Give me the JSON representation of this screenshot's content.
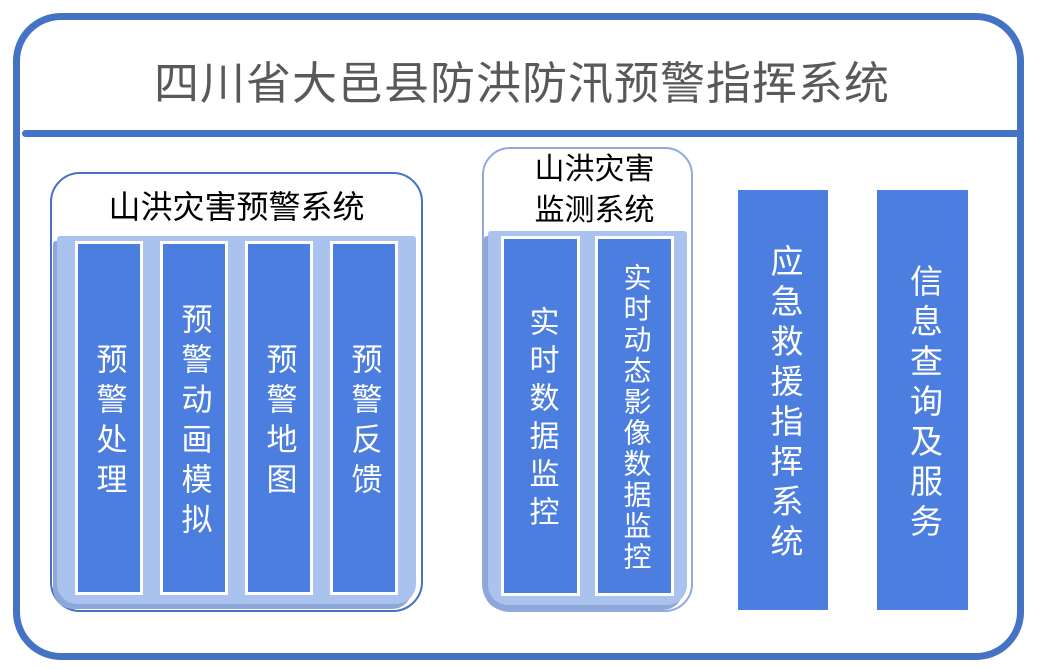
{
  "diagram": {
    "title": "四川省大邑县防洪防汛预警指挥系统",
    "groups": [
      {
        "title": "山洪灾害预警系统",
        "bars": [
          "预警处理",
          "预警动画模拟",
          "预警地图",
          "预警反馈"
        ]
      },
      {
        "title": "山洪灾害\n监测系统",
        "bars": [
          "实时数据监控",
          "实时动态影像数据监控"
        ]
      }
    ],
    "standalone_systems": [
      "应急救援指挥系统",
      "信息查询及服务"
    ],
    "colors": {
      "frame_border": "#4472C4",
      "bar_fill": "#4B7EDE",
      "panel_fill": "#AAC3EE",
      "group2_border": "#8FAADC",
      "panel_shadow": "#8FA6D9",
      "title_text": "#595959",
      "group_title_text": "#000000",
      "bar_text": "#FFFFFF"
    }
  }
}
